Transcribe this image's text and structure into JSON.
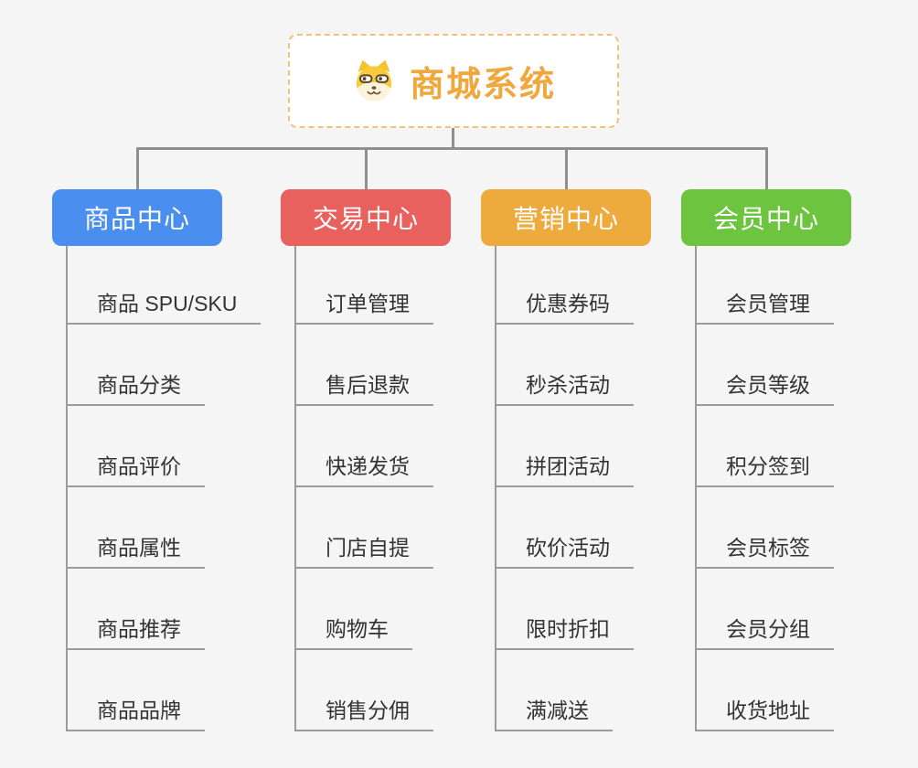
{
  "root": {
    "title": "商城系统",
    "icon": "dog-face-icon"
  },
  "branches": [
    {
      "label": "商品中心",
      "color": "#4a8ff0",
      "items": [
        "商品 SPU/SKU",
        "商品分类",
        "商品评价",
        "商品属性",
        "商品推荐",
        "商品品牌"
      ]
    },
    {
      "label": "交易中心",
      "color": "#e8615c",
      "items": [
        "订单管理",
        "售后退款",
        "快递发货",
        "门店自提",
        "购物车",
        "销售分佣"
      ]
    },
    {
      "label": "营销中心",
      "color": "#edab3e",
      "items": [
        "优惠券码",
        "秒杀活动",
        "拼团活动",
        "砍价活动",
        "限时折扣",
        "满减送"
      ]
    },
    {
      "label": "会员中心",
      "color": "#6cc43f",
      "items": [
        "会员管理",
        "会员等级",
        "积分签到",
        "会员标签",
        "会员分组",
        "收货地址"
      ]
    }
  ],
  "colors": {
    "background": "#f5f5f5",
    "connector": "#8f8f8f",
    "line": "#9b9b9b",
    "text": "#333333",
    "root_accent": "#f0a73d",
    "root_border": "#f3c277",
    "root_bg": "#ffffff"
  }
}
